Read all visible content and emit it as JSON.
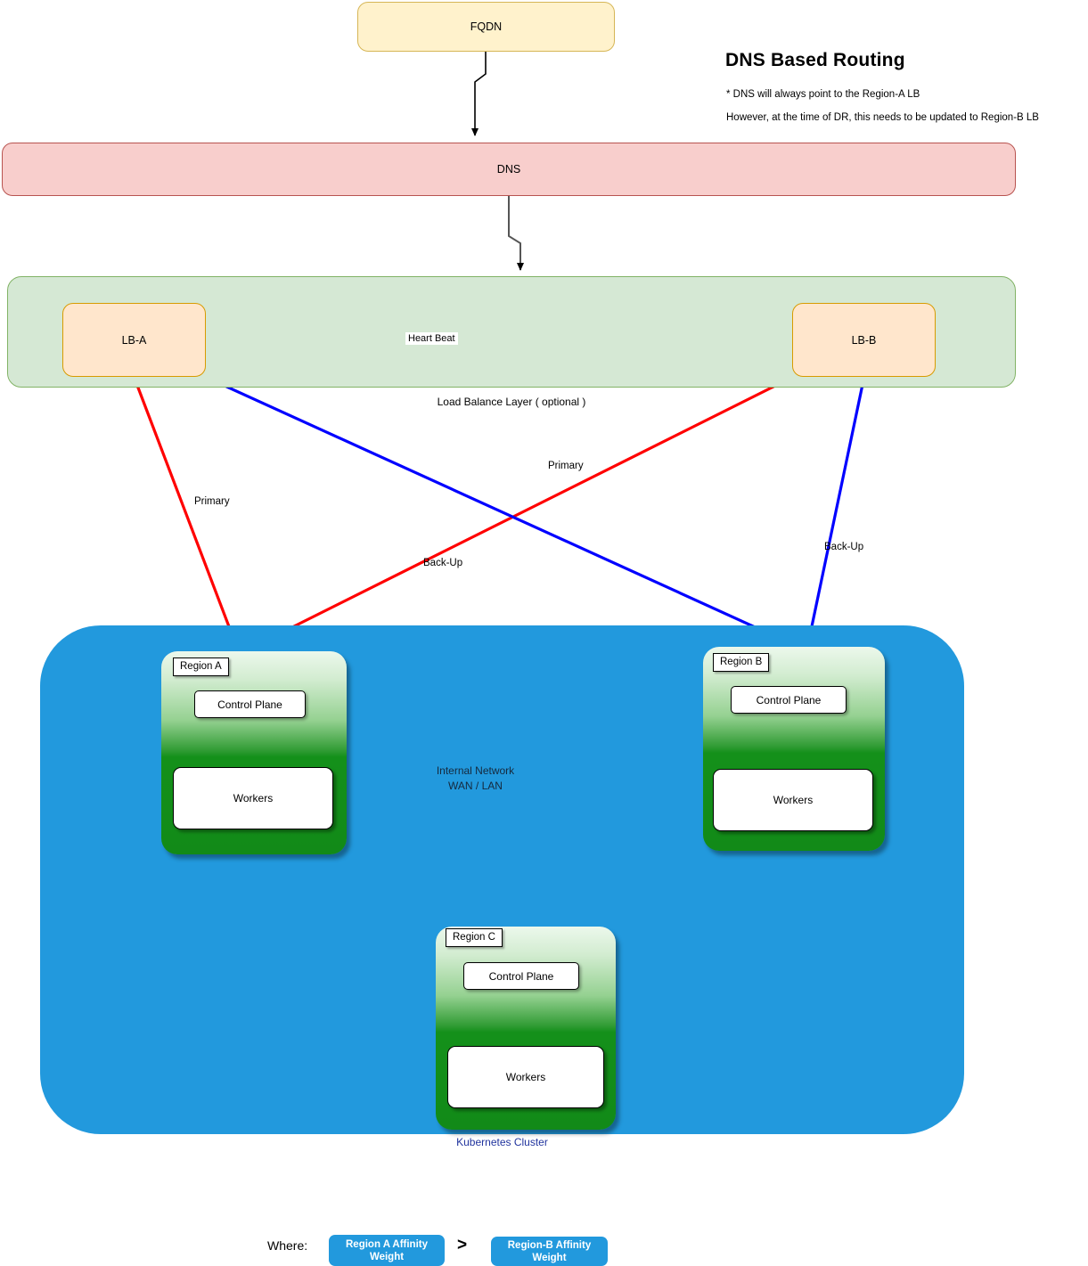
{
  "title": {
    "heading": "DNS Based Routing",
    "note_1": "* DNS will always point to the Region-A  LB",
    "note_2": "However, at the time of DR, this needs to be updated to Region-B LB"
  },
  "nodes": {
    "fqdn": "FQDN",
    "dns": "DNS",
    "lb_a": "LB-A",
    "lb_b": "LB-B",
    "lb_layer_label": "Load Balance Layer ( optional )",
    "heartbeat": "Heart  Beat",
    "cluster_label": "Kubernetes Cluster",
    "internal_network_line1": "Internal Network",
    "internal_network_line2": "WAN / LAN"
  },
  "regions": [
    {
      "tag": "Region  A",
      "control_plane": "Control Plane",
      "workers": "Workers"
    },
    {
      "tag": "Region  B",
      "control_plane": "Control Plane",
      "workers": "Workers"
    },
    {
      "tag": "Region  C",
      "control_plane": "Control Plane",
      "workers": "Workers"
    }
  ],
  "links": {
    "lb_a_primary": "Primary",
    "lb_a_backup": "Back-Up",
    "lb_b_primary": "Primary",
    "lb_b_backup": "Back-Up"
  },
  "legend": {
    "where": "Where:",
    "chip_a_line1": "Region A Affinity",
    "chip_a_line2": "Weight",
    "operator": ">",
    "chip_b_line1": "Region-B  Affinity",
    "chip_b_line2": "Weight"
  },
  "colors": {
    "fqdn_fill": "#fff2cc",
    "fqdn_stroke": "#d6b656",
    "dns_fill": "#f8cecc",
    "dns_stroke": "#b85450",
    "lb_layer_fill": "#d5e8d4",
    "lb_layer_stroke": "#82b366",
    "lb_node_fill": "#ffe6cc",
    "lb_node_stroke": "#d79b00",
    "cluster_fill": "#2299dd",
    "primary_link": "#ff0000",
    "backup_link": "#0000ff",
    "network_circle": "#33dd33",
    "cluster_label_text": "#21349e"
  }
}
